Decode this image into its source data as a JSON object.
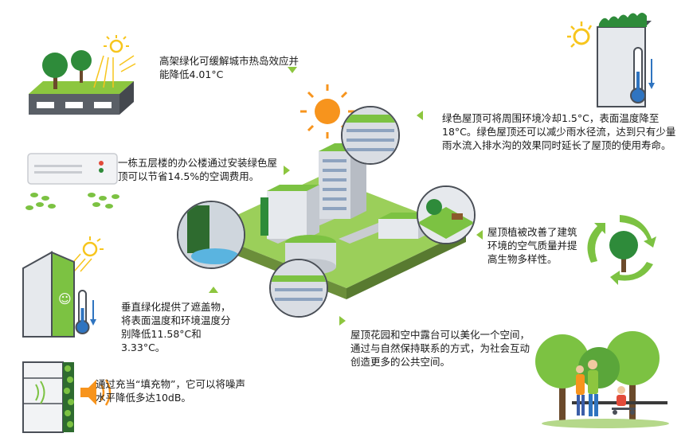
{
  "captions": {
    "elevated": "高架绿化可缓解城市热岛效应并能降低4.01°C",
    "roof_cooling": "绿色屋顶可将周围环境冷却1.5°C，表面温度降至18°C。绿色屋顶还可以减少雨水径流，达到只有少量雨水流入排水沟的效果同时延长了屋顶的使用寿命。",
    "office_saving": "一栋五层楼的办公楼通过安装绿色屋顶可以节省14.5%的空调费用。",
    "air_quality": "屋顶植被改善了建筑环境的空气质量并提高生物多样性。",
    "vertical_green": "垂直绿化提供了遮盖物，将表面温度和环境温度分别降低11.58°C和3.33°C。",
    "roof_garden": "屋顶花园和空中露台可以美化一个空间，通过与自然保持联系的方式，为社会互动创造更多的公共空间。",
    "noise": "通过充当“填充物”，它可以将噪声水平降低多达10dB。"
  },
  "colors": {
    "accent_green": "#8dc63f",
    "sun": "#f7941d",
    "grass": "#7cc242",
    "dark_green": "#2e8b3a",
    "building": "#d9dde3"
  },
  "icons": [
    "sun-icon",
    "thermometer-icon",
    "tree-icon",
    "air-conditioner-icon",
    "sound-icon",
    "recycle-arrows-icon"
  ]
}
